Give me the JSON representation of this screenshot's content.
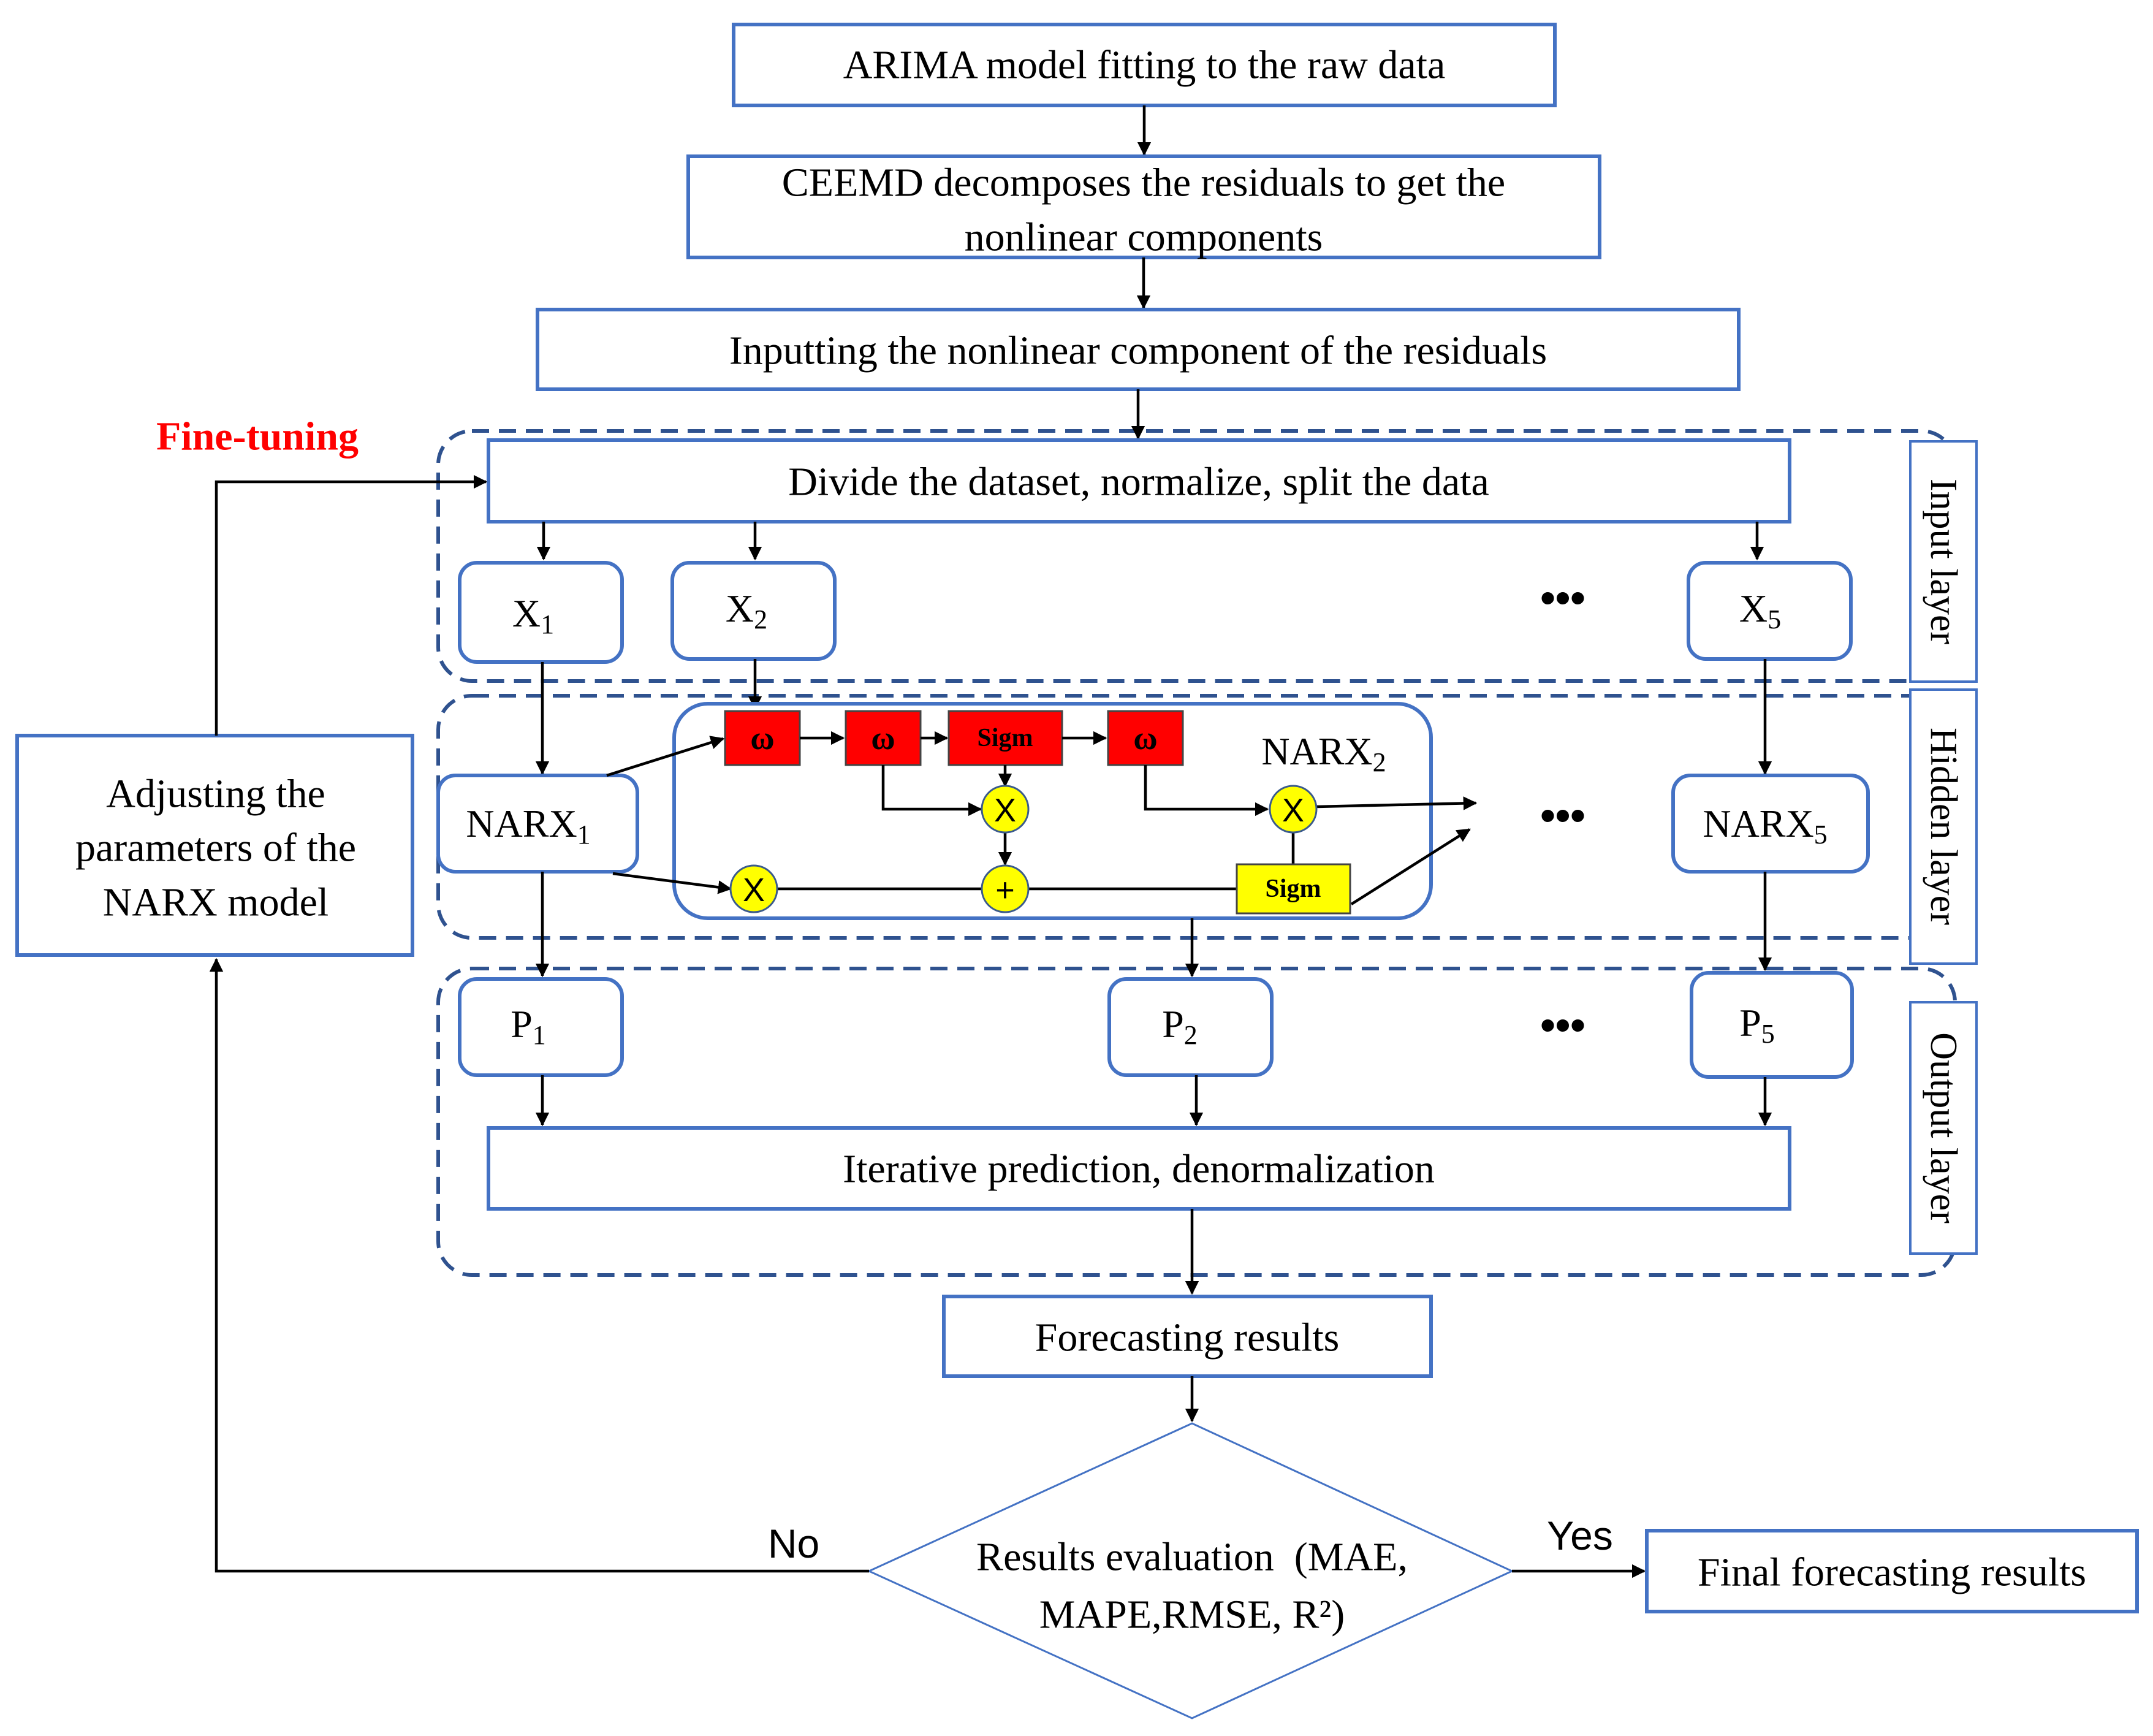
{
  "flow": {
    "step1": "ARIMA model fitting to the raw data",
    "step2_line1": "CEEMD decomposes the residuals to get the",
    "step2_line2": "nonlinear components",
    "step3": "Inputting the nonlinear component of the residuals",
    "step4": "Divide the dataset, normalize, split the data",
    "step5": "Iterative prediction, denormalization",
    "step6": "Forecasting results",
    "final": "Final forecasting results"
  },
  "decision": {
    "line1": "Results evaluation  (MAE,",
    "line2": "MAPE,RMSE, R²)",
    "no": "No",
    "yes": "Yes"
  },
  "feedback": {
    "label": "Fine-tuning",
    "label_color": "#FF0000",
    "adjust_line1": "Adjusting the",
    "adjust_line2": "parameters of the",
    "adjust_line3": "NARX model"
  },
  "layers": {
    "input": "Input layer",
    "hidden": "Hidden layer",
    "output": "Output layer"
  },
  "inputs": [
    {
      "base": "X",
      "sub": "1"
    },
    {
      "base": "X",
      "sub": "2"
    },
    {
      "base": "X",
      "sub": "5"
    }
  ],
  "narx": [
    {
      "base": "NARX",
      "sub": "1"
    },
    {
      "base": "NARX",
      "sub": "2"
    },
    {
      "base": "NARX",
      "sub": "5"
    }
  ],
  "outputs": [
    {
      "base": "P",
      "sub": "1"
    },
    {
      "base": "P",
      "sub": "2"
    },
    {
      "base": "P",
      "sub": "5"
    }
  ],
  "ellipsis": "•••",
  "cell": {
    "omega": "ω",
    "sigm": "Sigm",
    "multiply": "X",
    "add": "+",
    "colors": {
      "weight": "#FF0000",
      "gate": "#FFFF00",
      "frame": "#4472C4"
    }
  }
}
